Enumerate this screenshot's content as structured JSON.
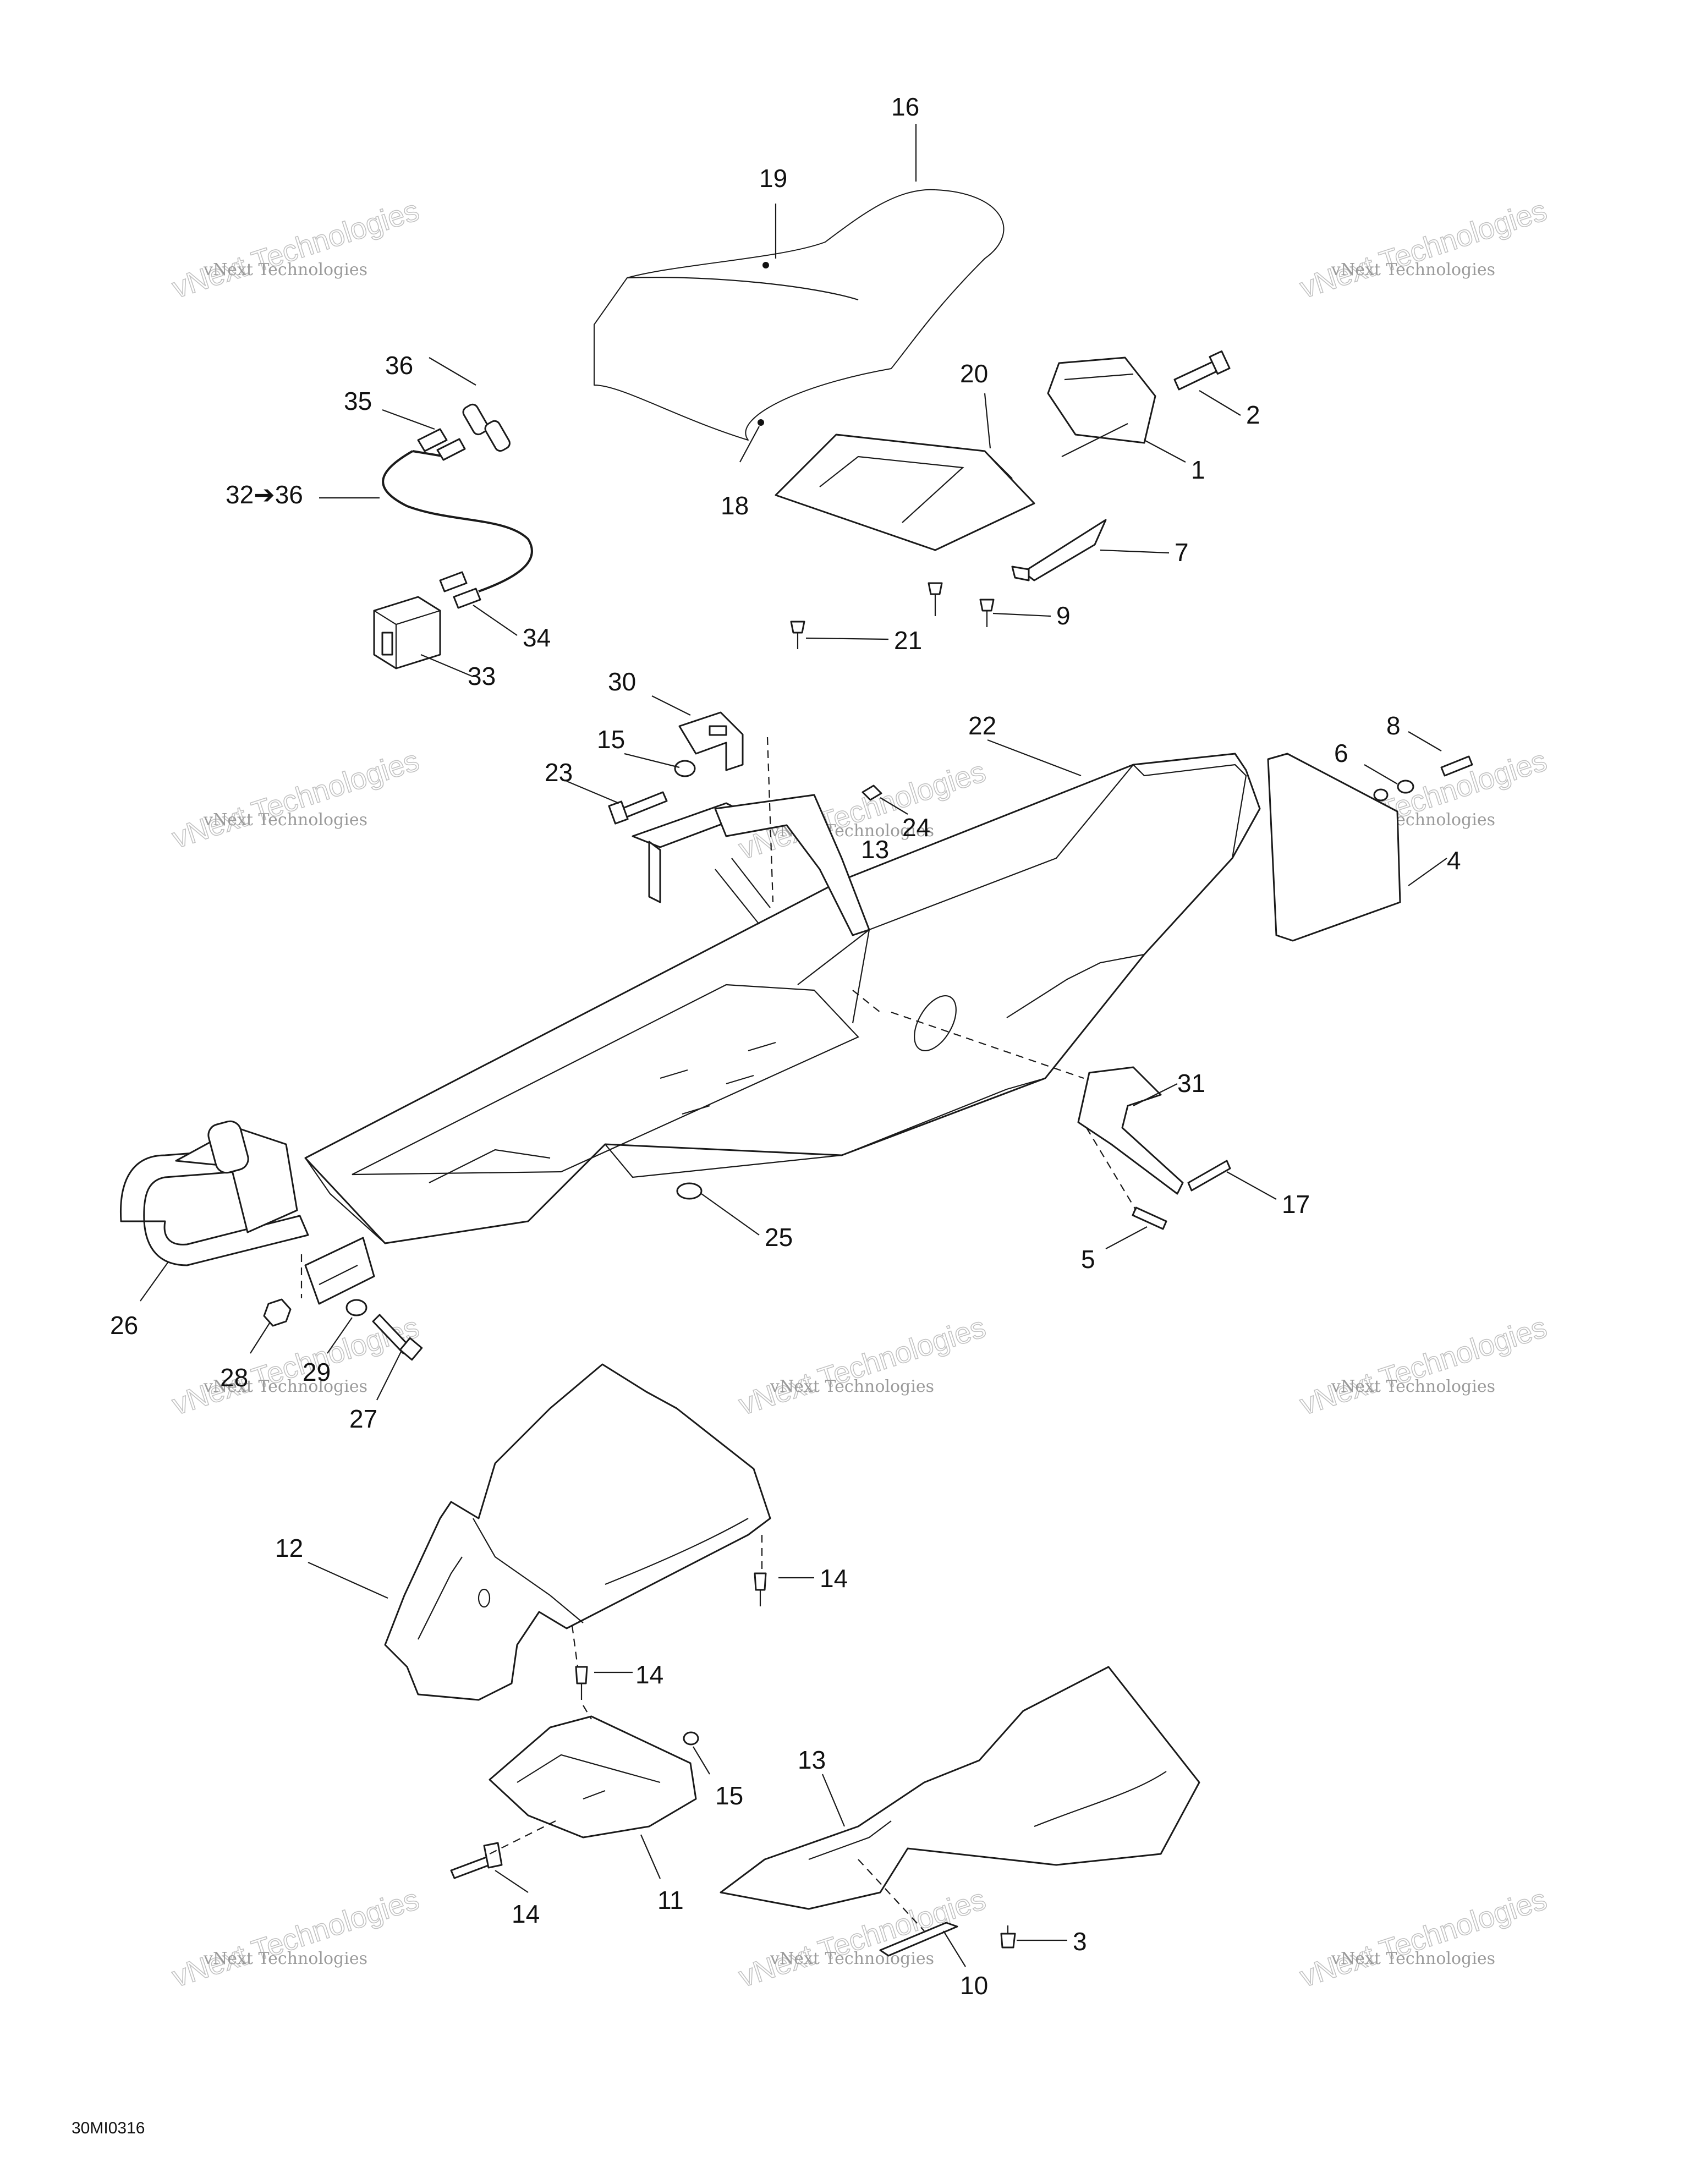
{
  "callouts": [
    {
      "id": "16",
      "text": "16"
    },
    {
      "id": "19",
      "text": "19"
    },
    {
      "id": "36",
      "text": "36"
    },
    {
      "id": "35",
      "text": "35"
    },
    {
      "id": "32-36",
      "text": "32➔36"
    },
    {
      "id": "20",
      "text": "20"
    },
    {
      "id": "2",
      "text": "2"
    },
    {
      "id": "1",
      "text": "1"
    },
    {
      "id": "18",
      "text": "18"
    },
    {
      "id": "7",
      "text": "7"
    },
    {
      "id": "9",
      "text": "9"
    },
    {
      "id": "34",
      "text": "34"
    },
    {
      "id": "21",
      "text": "21"
    },
    {
      "id": "33",
      "text": "33"
    },
    {
      "id": "30",
      "text": "30"
    },
    {
      "id": "22",
      "text": "22"
    },
    {
      "id": "8",
      "text": "8"
    },
    {
      "id": "15a",
      "text": "15"
    },
    {
      "id": "6",
      "text": "6"
    },
    {
      "id": "23",
      "text": "23"
    },
    {
      "id": "24",
      "text": "24"
    },
    {
      "id": "13a",
      "text": "13"
    },
    {
      "id": "4",
      "text": "4"
    },
    {
      "id": "31",
      "text": "31"
    },
    {
      "id": "17",
      "text": "17"
    },
    {
      "id": "25",
      "text": "25"
    },
    {
      "id": "5",
      "text": "5"
    },
    {
      "id": "26",
      "text": "26"
    },
    {
      "id": "28",
      "text": "28"
    },
    {
      "id": "29",
      "text": "29"
    },
    {
      "id": "27",
      "text": "27"
    },
    {
      "id": "12",
      "text": "12"
    },
    {
      "id": "14a",
      "text": "14"
    },
    {
      "id": "14b",
      "text": "14"
    },
    {
      "id": "15b",
      "text": "15"
    },
    {
      "id": "13b",
      "text": "13"
    },
    {
      "id": "14c",
      "text": "14"
    },
    {
      "id": "11",
      "text": "11"
    },
    {
      "id": "3",
      "text": "3"
    },
    {
      "id": "10",
      "text": "10"
    }
  ],
  "watermark": {
    "line1": "vNext Technologies",
    "line2": "vNext Technologies"
  },
  "figure_ref": "30MI0316"
}
